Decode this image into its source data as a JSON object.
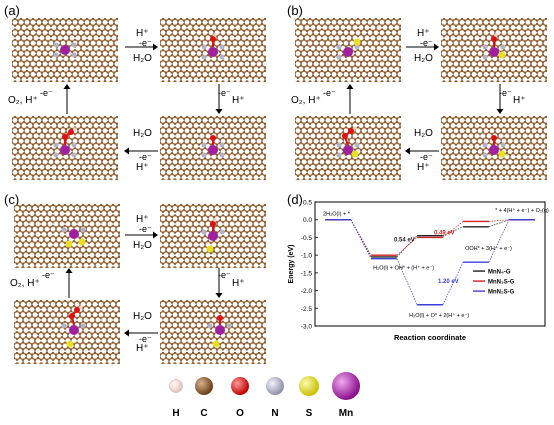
{
  "panels": {
    "a": {
      "label": "(a)",
      "top": {
        "above": "H⁺",
        "mid": "-e⁻",
        "below": "H₂O"
      },
      "right": {
        "mid": "-e⁻",
        "side": "H⁺"
      },
      "bottom": {
        "above": "H₂O",
        "mid": "-e⁻",
        "below": "H⁺"
      },
      "left": {
        "mid": "-e⁻",
        "side": "O₂, H⁺"
      }
    },
    "b": {
      "label": "(b)",
      "top": {
        "above": "H⁺",
        "mid": "-e⁻",
        "below": "H₂O"
      },
      "right": {
        "mid": "-e⁻",
        "side": "H⁺"
      },
      "bottom": {
        "above": "H₂O",
        "mid": "-e⁻",
        "below": "H⁺"
      },
      "left": {
        "mid": "-e⁻",
        "side": "O₂, H⁺"
      }
    },
    "c": {
      "label": "(c)",
      "top": {
        "above": "H⁺",
        "mid": "-e⁻",
        "below": "H₂O"
      },
      "right": {
        "mid": "-e⁻",
        "side": "H⁺"
      },
      "bottom": {
        "above": "H₂O",
        "mid": "-e⁻",
        "below": "H⁺"
      },
      "left": {
        "mid": "-e⁻",
        "side": "O₂, H⁺"
      }
    },
    "d": {
      "label": "(d)"
    }
  },
  "chart_data": {
    "type": "line",
    "xlabel": "Reaction coordinate",
    "ylabel": "Energy (eV)",
    "ylim": [
      -3.0,
      0.5
    ],
    "yticks": [
      "0.5",
      "0.0",
      "-0.5",
      "-1.0",
      "-1.5",
      "-2.0",
      "-2.5",
      "-3.0"
    ],
    "states": [
      "2H₂O(l) + *",
      "H₂O(l) + OH* + (H⁺ + e⁻)",
      "H₂O(l) + O* + 2(H⁺ + e⁻)",
      "OOH* + 3(H⁺ + e⁻)",
      "* + 4(H⁺ + e⁻) + O₂(g)"
    ],
    "series": [
      {
        "name": "MnN₄-G",
        "color": "#222222",
        "values": [
          0.0,
          -1.05,
          -0.45,
          -0.2,
          0.0
        ]
      },
      {
        "name": "MnN₃S-G",
        "color": "#d62020",
        "values": [
          0.0,
          -1.0,
          -0.5,
          -0.05,
          0.0
        ]
      },
      {
        "name": "MnN₂S-G",
        "color": "#3b3fd8",
        "values": [
          0.0,
          -1.1,
          -2.4,
          -1.2,
          0.0
        ]
      }
    ],
    "annotations": [
      "0.54 eV",
      "0.49 eV",
      "1.20 eV"
    ],
    "annotation_colors": [
      "#222222",
      "#d62020",
      "#3b3fd8"
    ]
  },
  "legend": {
    "items": [
      {
        "label": "H",
        "color": "#f2d2c8"
      },
      {
        "label": "C",
        "color": "#8b5a2b"
      },
      {
        "label": "O",
        "color": "#e01010"
      },
      {
        "label": "N",
        "color": "#b0b4c8"
      },
      {
        "label": "S",
        "color": "#e8e020"
      },
      {
        "label": "Mn",
        "color": "#a020a0"
      }
    ]
  }
}
